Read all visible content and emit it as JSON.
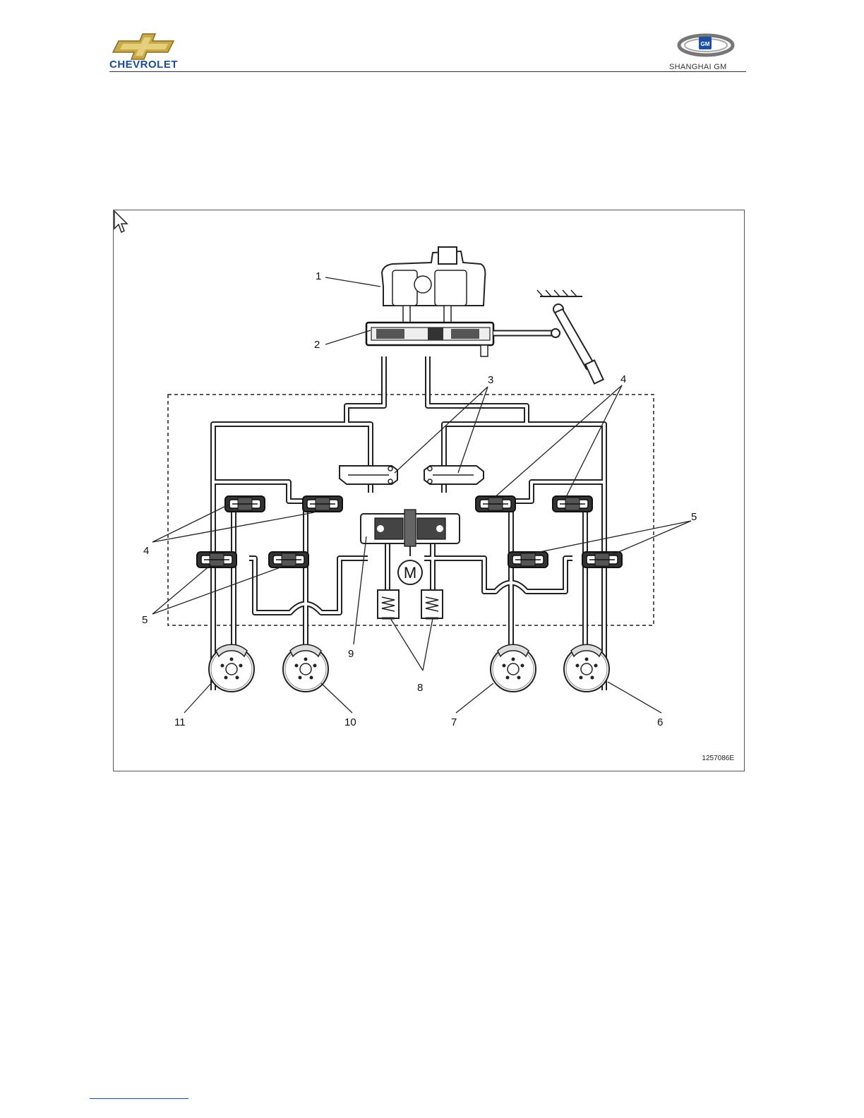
{
  "header": {
    "brand_left": "CHEVROLET",
    "brand_right": "SHANGHAI GM",
    "gm_badge": "GM",
    "logo_colors": {
      "bowtie": "#c8a94a",
      "chev_text": "#1a4a9a",
      "gm_blue": "#1f4fa0"
    }
  },
  "figure": {
    "figure_id": "1257086E",
    "motor_label": "M",
    "callouts": {
      "c1": "1",
      "c2": "2",
      "c3": "3",
      "c4a": "4",
      "c4b": "4",
      "c5a": "5",
      "c5b": "5",
      "c6": "6",
      "c7": "7",
      "c8": "8",
      "c9": "9",
      "c10": "10",
      "c11": "11"
    },
    "icons": [
      "cursor-arrow-icon",
      "motor-icon",
      "pedal-icon",
      "brake-disc-icon",
      "valve-icon",
      "accumulator-icon"
    ]
  }
}
